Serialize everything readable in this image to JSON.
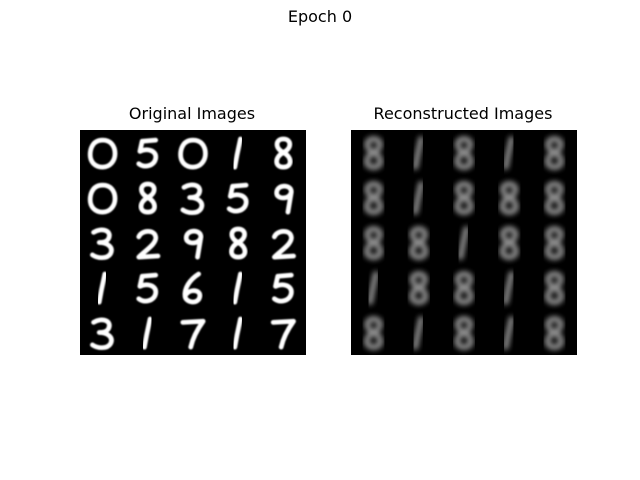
{
  "figure": {
    "suptitle": "Epoch 0"
  },
  "left_panel": {
    "title": "Original Images",
    "grid_rows": 5,
    "grid_cols": 5,
    "digits": [
      [
        "0",
        "5",
        "0",
        "1",
        "8"
      ],
      [
        "0",
        "8",
        "3",
        "5",
        "9"
      ],
      [
        "3",
        "2",
        "9",
        "8",
        "2"
      ],
      [
        "1",
        "5",
        "6",
        "1",
        "5"
      ],
      [
        "3",
        "1",
        "7",
        "1",
        "7"
      ]
    ]
  },
  "right_panel": {
    "title": "Reconstructed Images",
    "grid_rows": 5,
    "grid_cols": 5,
    "digits": [
      [
        "8",
        "1",
        "8",
        "1",
        "8"
      ],
      [
        "8",
        "1",
        "8",
        "8",
        "8"
      ],
      [
        "8",
        "8",
        "1",
        "8",
        "8"
      ],
      [
        "1",
        "8",
        "8",
        "1",
        "8"
      ],
      [
        "8",
        "1",
        "8",
        "1",
        "8"
      ]
    ]
  },
  "colors": {
    "background": "#ffffff",
    "panel_background": "#000000",
    "original_stroke": "#ffffff",
    "reconstructed_stroke": "#9a9a9a"
  }
}
